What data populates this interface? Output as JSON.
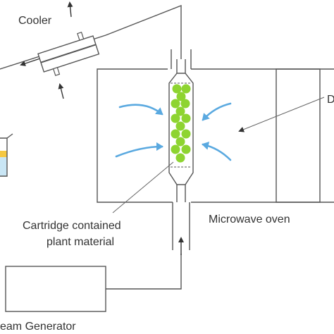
{
  "labels": {
    "cooler": "Cooler",
    "cartridge_line1": "Cartridge contained",
    "cartridge_line2": "plant material",
    "microwave_oven": "Microwave oven",
    "steam_generator": "eam Generator",
    "right_edge_fragment": "D"
  },
  "colors": {
    "line": "#555555",
    "arrow_blue": "#5aa9e0",
    "bead_green": "#8ed431",
    "text": "#333333",
    "liquid_yellow": "#f5c842",
    "liquid_blue": "#c9e6f5"
  },
  "icons": [
    "cooler-outflow-arrow",
    "cooler-inflow-arrow",
    "flow-direction-arrow",
    "steam-flow-arrow",
    "pointer-arrow"
  ]
}
